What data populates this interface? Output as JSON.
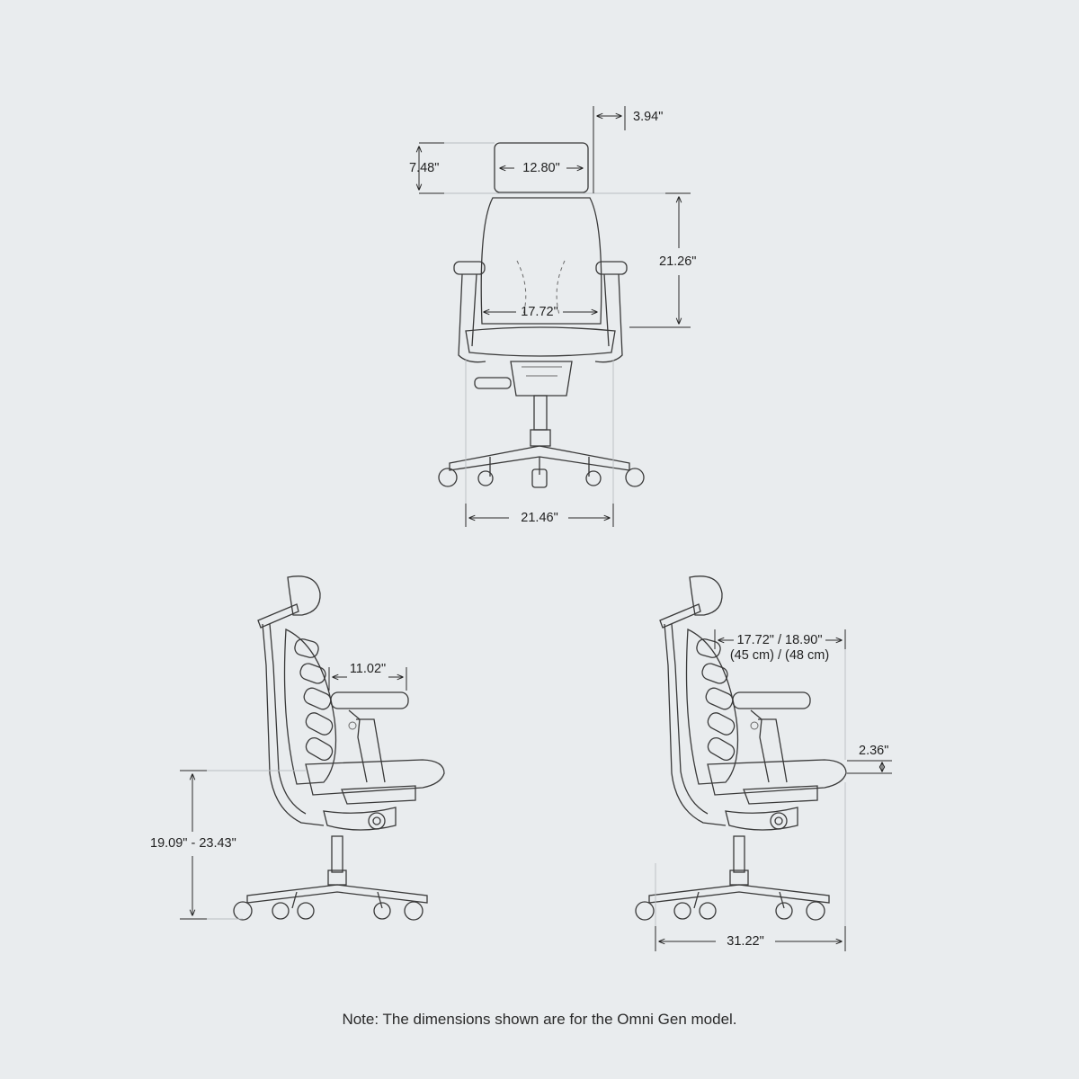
{
  "note": "Note: The dimensions shown are for the Omni Gen model.",
  "front_view": {
    "headrest_height": "7.48\"",
    "headrest_width": "12.80\"",
    "headrest_offset": "3.94\"",
    "backrest_height": "21.26\"",
    "seat_width": "17.72\"",
    "base_width": "21.46\""
  },
  "side_view_left": {
    "armrest_length": "11.02\"",
    "seat_height": "19.09\" - 23.43\""
  },
  "side_view_right": {
    "seat_depth_in": "17.72\" / 18.90\"",
    "seat_depth_cm": "(45 cm) / (48 cm)",
    "seat_slide": "2.36\"",
    "base_depth": "31.22\""
  },
  "colors": {
    "background": "#e9ecee",
    "line": "#3a3a3a",
    "text": "#222222"
  }
}
